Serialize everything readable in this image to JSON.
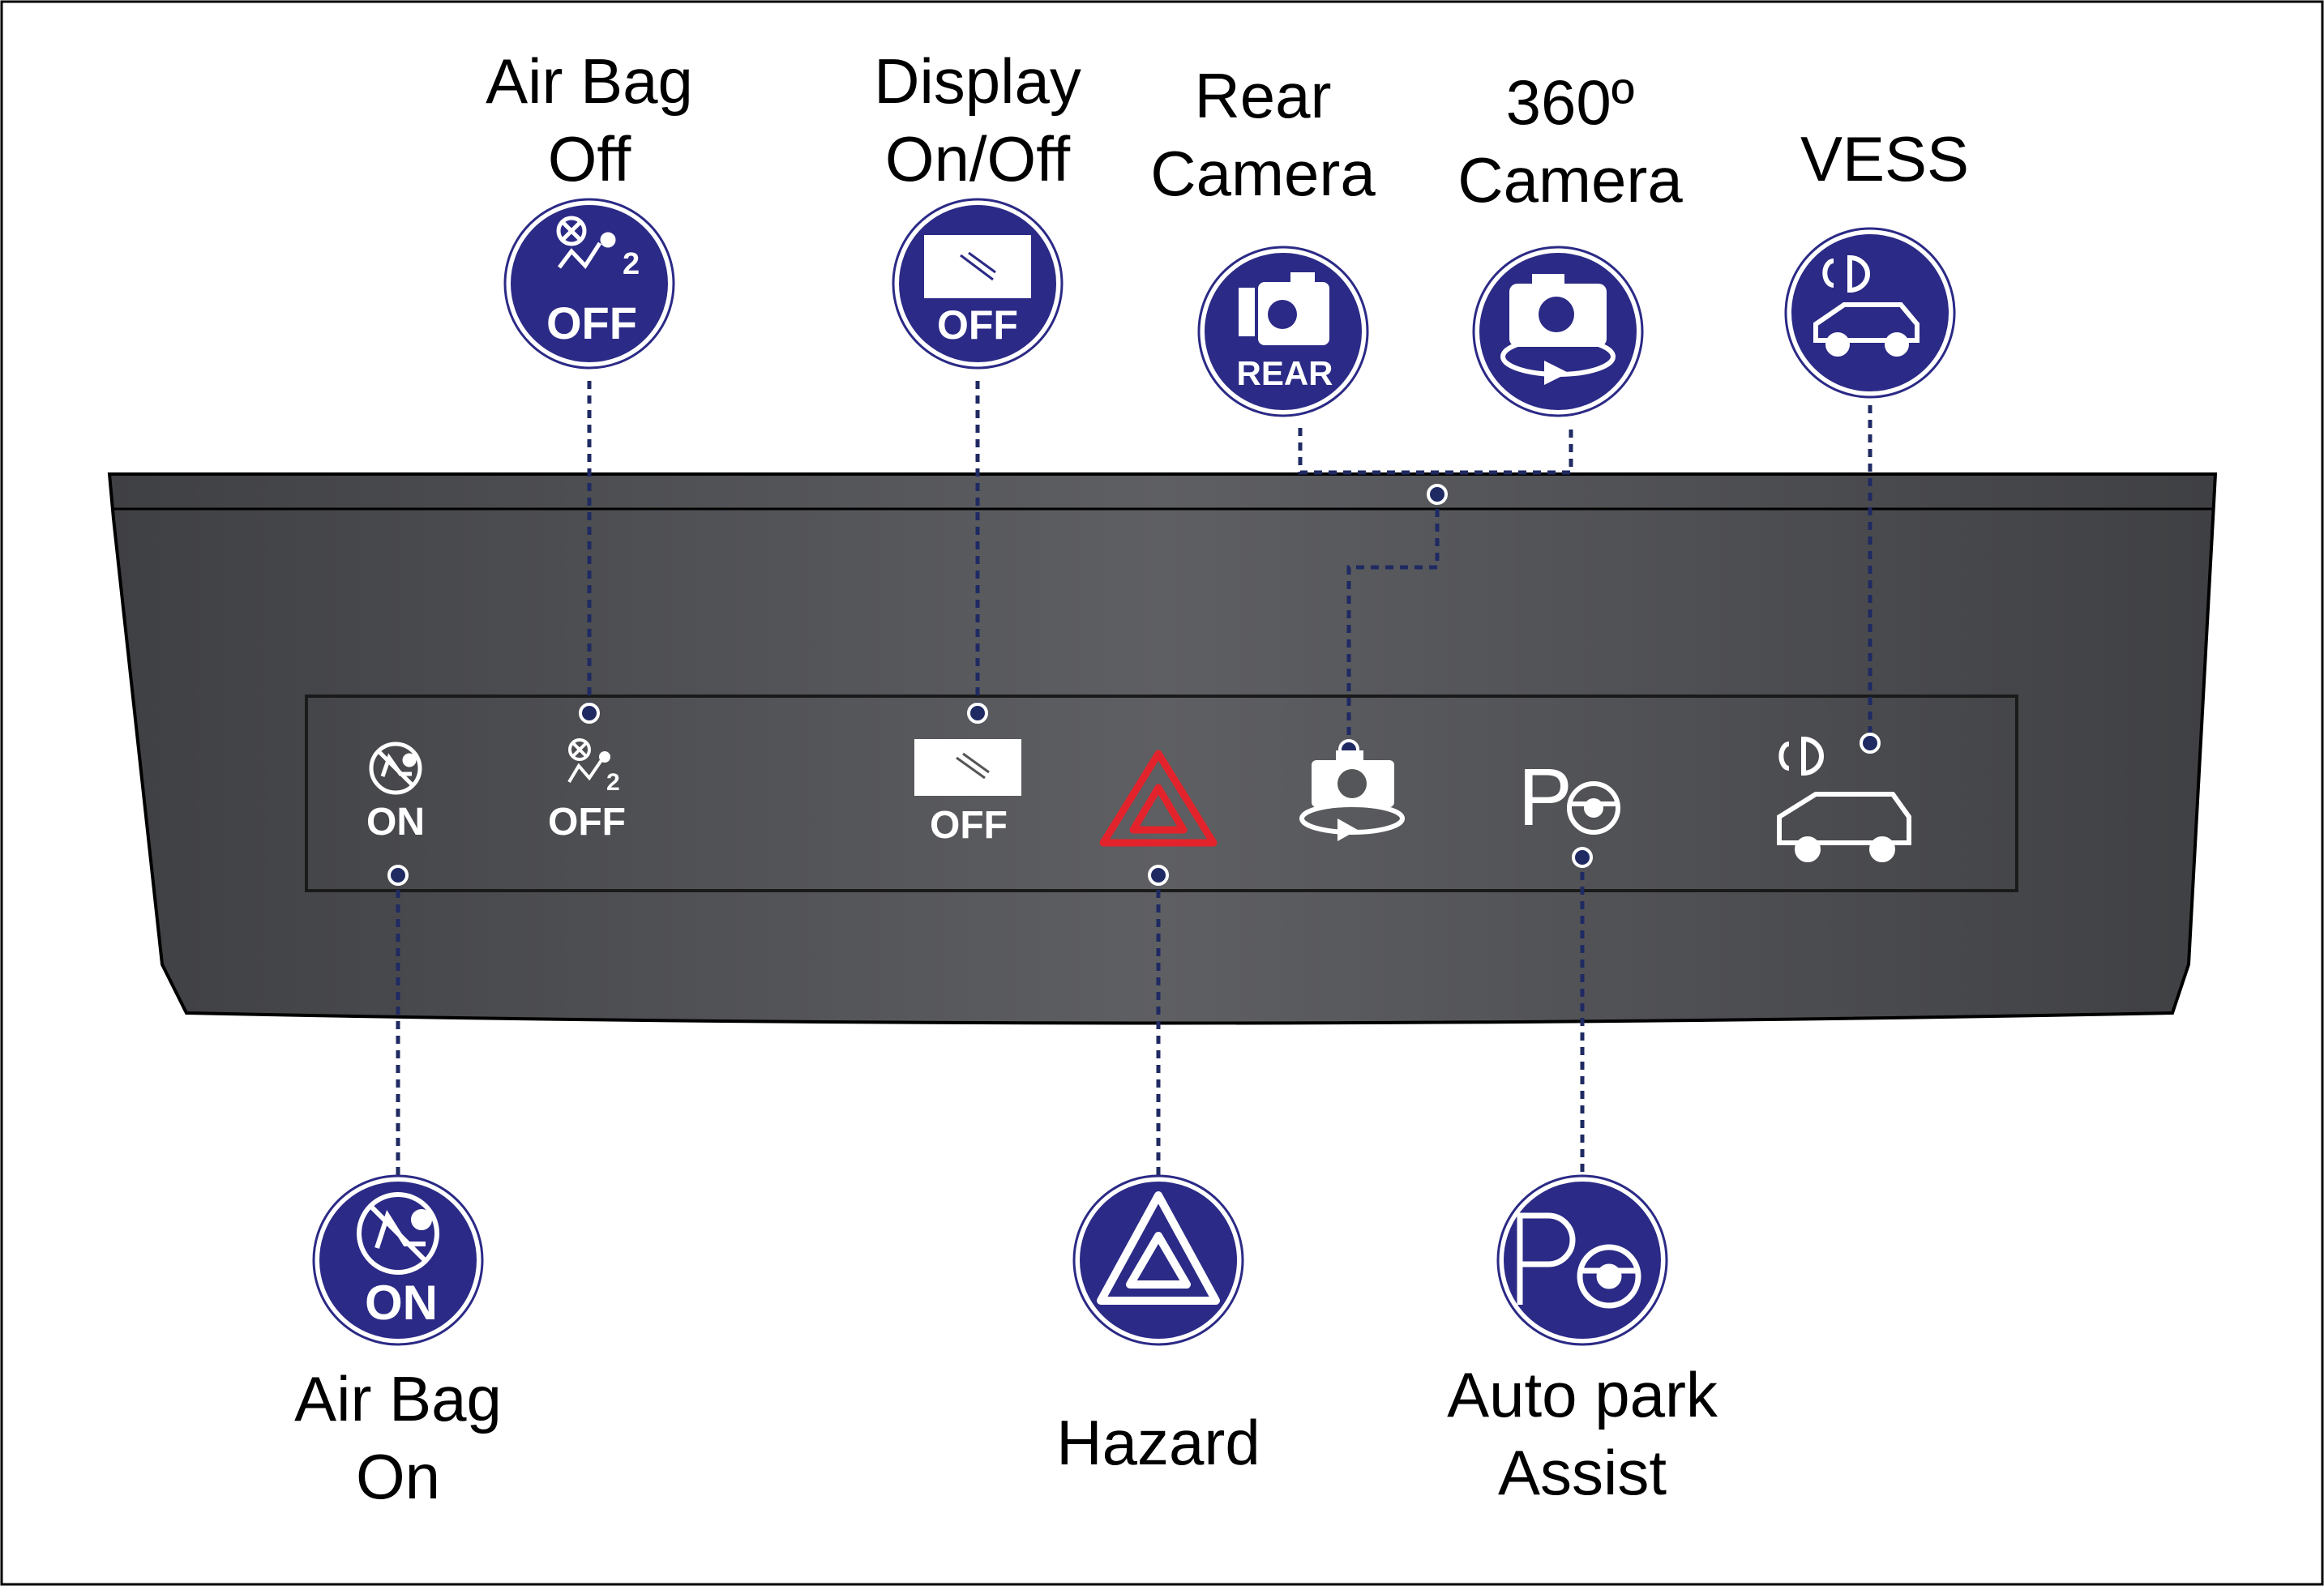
{
  "colors": {
    "badge": "#2b2a86",
    "accent_hazard": "#e3232b",
    "panel": "#55565a",
    "leader": "#2b2a86",
    "icon_on_panel": "#ffffff"
  },
  "labels": {
    "air_bag_off": [
      "Air Bag",
      "Off"
    ],
    "display": [
      "Display",
      "On/Off"
    ],
    "rear_camera": [
      "Rear",
      "Camera"
    ],
    "camera_360": [
      "360º",
      "Camera"
    ],
    "vess": [
      "VESS"
    ],
    "air_bag_on": [
      "Air Bag",
      "On"
    ],
    "hazard": [
      "Hazard"
    ],
    "auto_park": [
      "Auto park",
      "Assist"
    ]
  },
  "badge_text": {
    "off": "OFF",
    "on": "ON",
    "rear": "REAR",
    "passenger_index": "2"
  },
  "panel_text": {
    "on": "ON",
    "off": "OFF",
    "display_off": "OFF",
    "park_letter": "P",
    "passenger_index": "2"
  },
  "icons": {
    "air_bag_on": "airbag-on-icon",
    "air_bag_off": "airbag-off-icon",
    "display": "display-off-icon",
    "hazard": "hazard-triangle-icon",
    "rear_camera": "rear-camera-icon",
    "camera_360": "camera-360-icon",
    "auto_park": "auto-park-assist-icon",
    "vess": "vess-icon"
  }
}
